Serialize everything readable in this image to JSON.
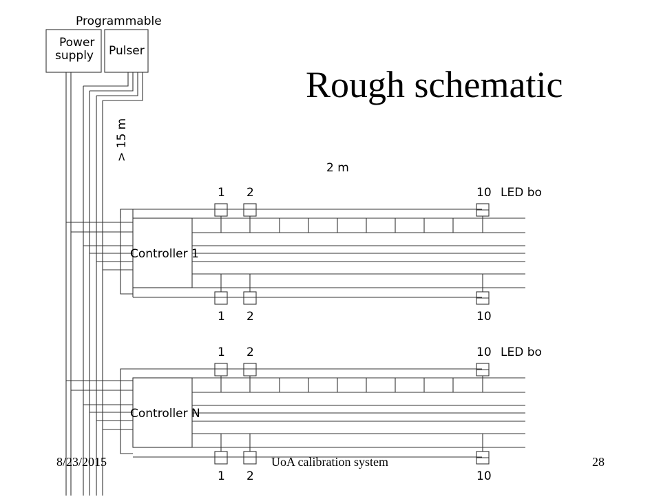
{
  "slide": {
    "title": "Rough schematic",
    "footer_date": "8/23/2015",
    "footer_center": "UoA calibration system",
    "page_number": "28"
  },
  "schematic": {
    "top_label": "Programmable",
    "power_supply_label_line1": "Power",
    "power_supply_label_line2": "supply",
    "pulser_label": "Pulser",
    "cable_length_label": "> 15 m",
    "spacing_label": "2 m",
    "led_label": "LED bo",
    "controller_1_label": "Controller 1",
    "controller_n_label": "Controller N",
    "board_numbers": [
      "1",
      "2",
      "10"
    ]
  }
}
